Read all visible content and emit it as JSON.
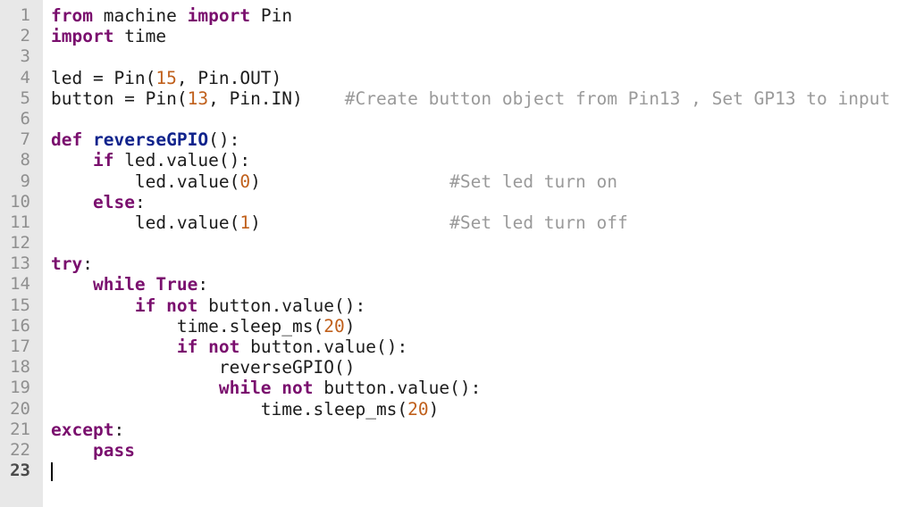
{
  "editor": {
    "current_line": 23,
    "colors": {
      "keyword": "#7a0f6e",
      "number": "#c0601c",
      "comment": "#9a9a9a",
      "function_name": "#10238c",
      "text": "#1c1c1c",
      "gutter_bg": "#e8e8e8",
      "line_number": "#8f8f8f"
    },
    "lines": [
      {
        "n": "1",
        "tokens": [
          {
            "t": "kw",
            "v": "from"
          },
          {
            "t": "plain",
            "v": " machine "
          },
          {
            "t": "kw",
            "v": "import"
          },
          {
            "t": "plain",
            "v": " Pin"
          }
        ]
      },
      {
        "n": "2",
        "tokens": [
          {
            "t": "kw",
            "v": "import"
          },
          {
            "t": "plain",
            "v": " time"
          }
        ]
      },
      {
        "n": "3",
        "tokens": []
      },
      {
        "n": "4",
        "tokens": [
          {
            "t": "plain",
            "v": "led = Pin("
          },
          {
            "t": "num",
            "v": "15"
          },
          {
            "t": "plain",
            "v": ", Pin.OUT)"
          }
        ]
      },
      {
        "n": "5",
        "tokens": [
          {
            "t": "plain",
            "v": "button = Pin("
          },
          {
            "t": "num",
            "v": "13"
          },
          {
            "t": "plain",
            "v": ", Pin.IN)    "
          },
          {
            "t": "cmt",
            "v": "#Create button object from Pin13 , Set GP13 to input"
          }
        ]
      },
      {
        "n": "6",
        "tokens": []
      },
      {
        "n": "7",
        "tokens": [
          {
            "t": "kw",
            "v": "def"
          },
          {
            "t": "plain",
            "v": " "
          },
          {
            "t": "fn",
            "v": "reverseGPIO"
          },
          {
            "t": "plain",
            "v": "():"
          }
        ]
      },
      {
        "n": "8",
        "tokens": [
          {
            "t": "plain",
            "v": "    "
          },
          {
            "t": "kw",
            "v": "if"
          },
          {
            "t": "plain",
            "v": " led.value():"
          }
        ]
      },
      {
        "n": "9",
        "tokens": [
          {
            "t": "plain",
            "v": "        led.value("
          },
          {
            "t": "num",
            "v": "0"
          },
          {
            "t": "plain",
            "v": ")                  "
          },
          {
            "t": "cmt",
            "v": "#Set led turn on"
          }
        ]
      },
      {
        "n": "10",
        "tokens": [
          {
            "t": "plain",
            "v": "    "
          },
          {
            "t": "kw",
            "v": "else"
          },
          {
            "t": "plain",
            "v": ":"
          }
        ]
      },
      {
        "n": "11",
        "tokens": [
          {
            "t": "plain",
            "v": "        led.value("
          },
          {
            "t": "num",
            "v": "1"
          },
          {
            "t": "plain",
            "v": ")                  "
          },
          {
            "t": "cmt",
            "v": "#Set led turn off"
          }
        ]
      },
      {
        "n": "12",
        "tokens": []
      },
      {
        "n": "13",
        "tokens": [
          {
            "t": "kw",
            "v": "try"
          },
          {
            "t": "plain",
            "v": ":"
          }
        ]
      },
      {
        "n": "14",
        "tokens": [
          {
            "t": "plain",
            "v": "    "
          },
          {
            "t": "kw",
            "v": "while"
          },
          {
            "t": "plain",
            "v": " "
          },
          {
            "t": "kw",
            "v": "True"
          },
          {
            "t": "plain",
            "v": ":"
          }
        ]
      },
      {
        "n": "15",
        "tokens": [
          {
            "t": "plain",
            "v": "        "
          },
          {
            "t": "kw",
            "v": "if"
          },
          {
            "t": "plain",
            "v": " "
          },
          {
            "t": "kw",
            "v": "not"
          },
          {
            "t": "plain",
            "v": " button.value():"
          }
        ]
      },
      {
        "n": "16",
        "tokens": [
          {
            "t": "plain",
            "v": "            time.sleep_ms("
          },
          {
            "t": "num",
            "v": "20"
          },
          {
            "t": "plain",
            "v": ")"
          }
        ]
      },
      {
        "n": "17",
        "tokens": [
          {
            "t": "plain",
            "v": "            "
          },
          {
            "t": "kw",
            "v": "if"
          },
          {
            "t": "plain",
            "v": " "
          },
          {
            "t": "kw",
            "v": "not"
          },
          {
            "t": "plain",
            "v": " button.value():"
          }
        ]
      },
      {
        "n": "18",
        "tokens": [
          {
            "t": "plain",
            "v": "                reverseGPIO()"
          }
        ]
      },
      {
        "n": "19",
        "tokens": [
          {
            "t": "plain",
            "v": "                "
          },
          {
            "t": "kw",
            "v": "while"
          },
          {
            "t": "plain",
            "v": " "
          },
          {
            "t": "kw",
            "v": "not"
          },
          {
            "t": "plain",
            "v": " button.value():"
          }
        ]
      },
      {
        "n": "20",
        "tokens": [
          {
            "t": "plain",
            "v": "                    time.sleep_ms("
          },
          {
            "t": "num",
            "v": "20"
          },
          {
            "t": "plain",
            "v": ")"
          }
        ]
      },
      {
        "n": "21",
        "tokens": [
          {
            "t": "kw",
            "v": "except"
          },
          {
            "t": "plain",
            "v": ":"
          }
        ]
      },
      {
        "n": "22",
        "tokens": [
          {
            "t": "plain",
            "v": "    "
          },
          {
            "t": "kw",
            "v": "pass"
          }
        ]
      },
      {
        "n": "23",
        "tokens": []
      }
    ]
  }
}
